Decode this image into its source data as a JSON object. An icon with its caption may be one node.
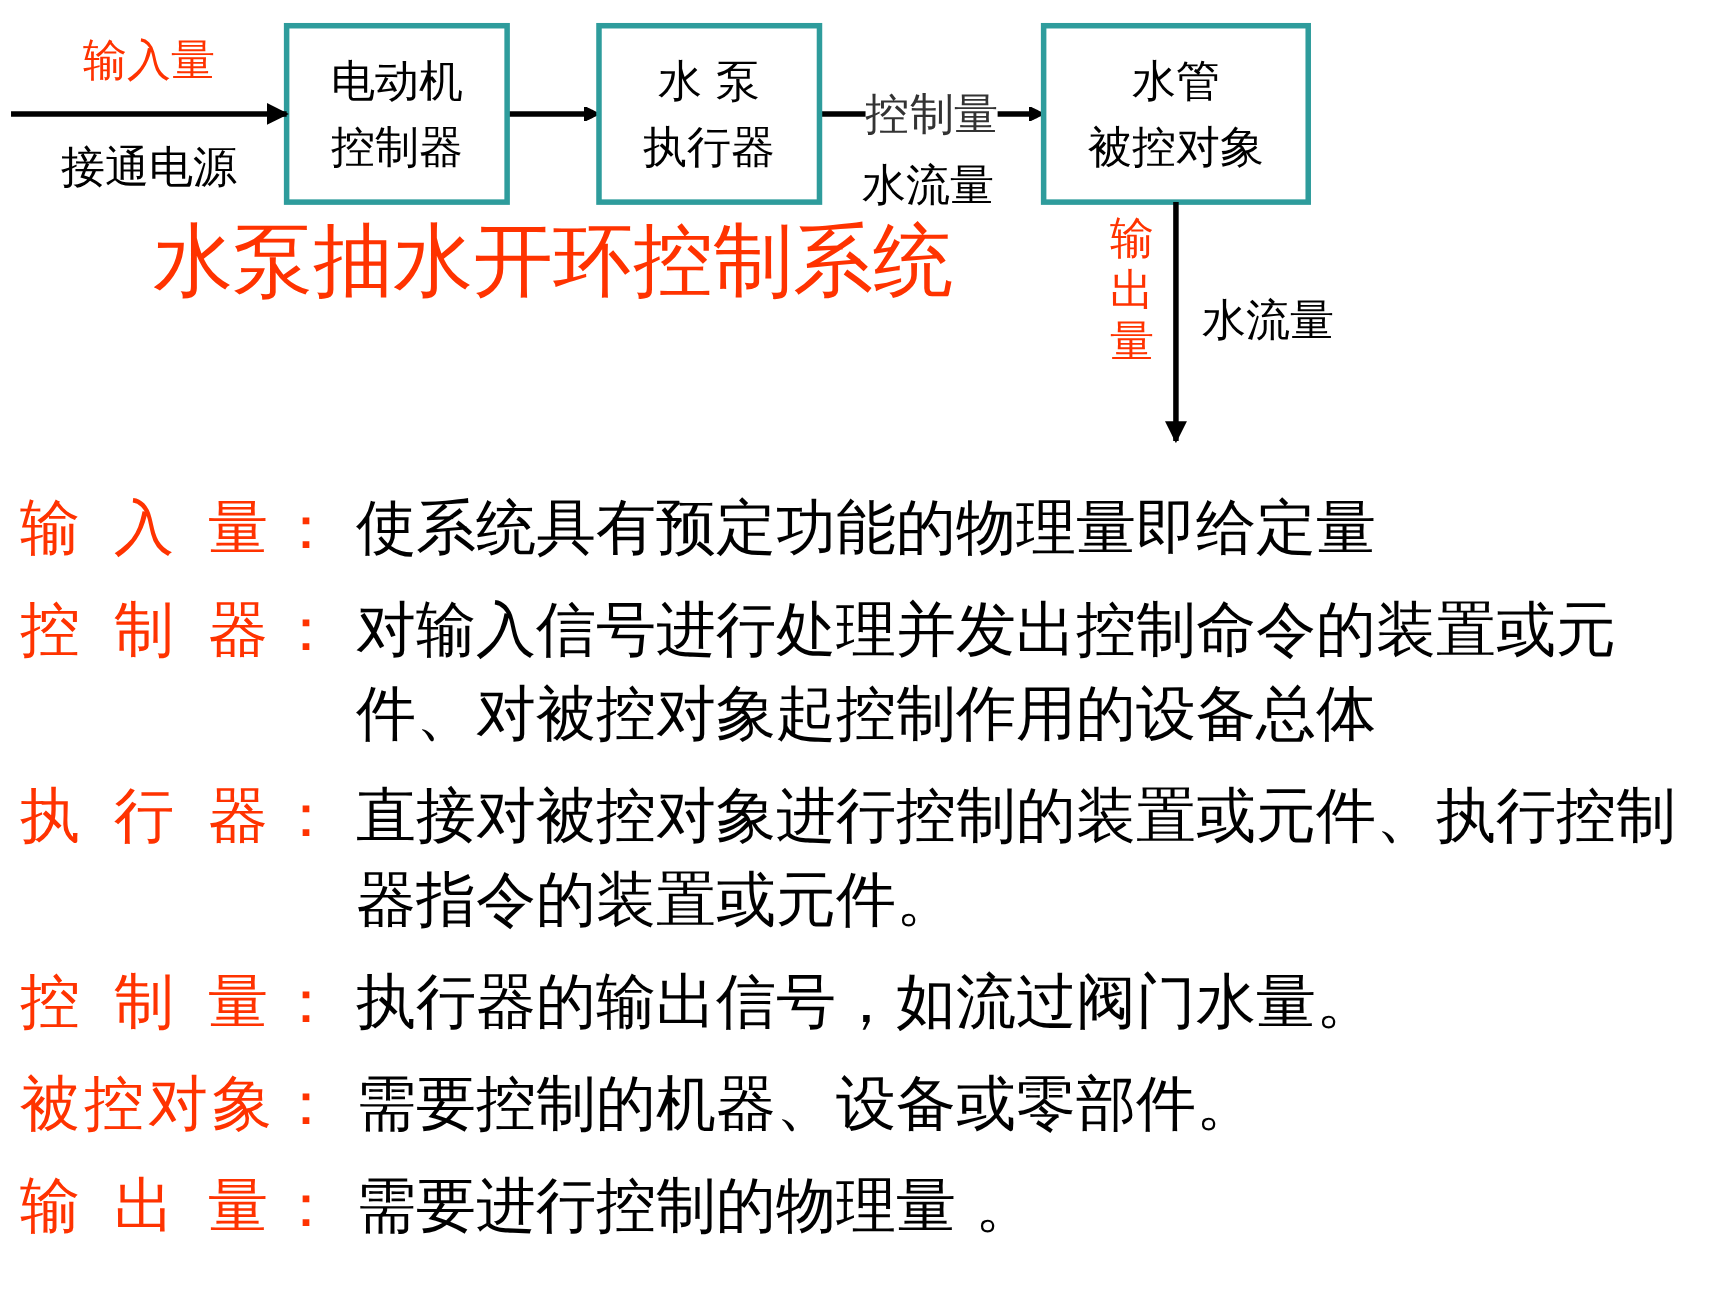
{
  "diagram": {
    "title": "水泵抽水开环控制系统",
    "nodes": [
      {
        "text": [
          "电动机",
          "控制器"
        ]
      },
      {
        "text": [
          "水 泵",
          "执行器"
        ]
      },
      {
        "text": [
          "水管",
          "被控对象"
        ]
      }
    ],
    "edges": [
      {
        "from": null,
        "to": 0,
        "arrow": "to",
        "label": "输入量"
      },
      {
        "from": 0,
        "to": 1,
        "arrow": "to"
      },
      {
        "from": 1,
        "to": 2,
        "arrow": "to",
        "label": "控制量"
      },
      {
        "from": 2,
        "to": null,
        "arrow": "to",
        "label": "水流量"
      }
    ],
    "labels": [
      "接通电源",
      "水流量",
      "输出量",
      "输 入 量：",
      "使系统具有预定功能的物理量即给定量",
      "控 制 器：",
      "对输入信号进行处理并发出控制命令的装置或元件、对被控对象起控制作用的设备总体",
      "执 行 器：",
      "直接对被控对象进行控制的装置或元件、执行控制器指令的装置或元件。",
      "控 制 量：",
      "执行器的输出信号，如流过阀门水量。",
      "被控对象：",
      "需要控制的机器、设备或零部件。",
      "输 出 量：",
      "需要进行控制的物理量 。"
    ]
  }
}
